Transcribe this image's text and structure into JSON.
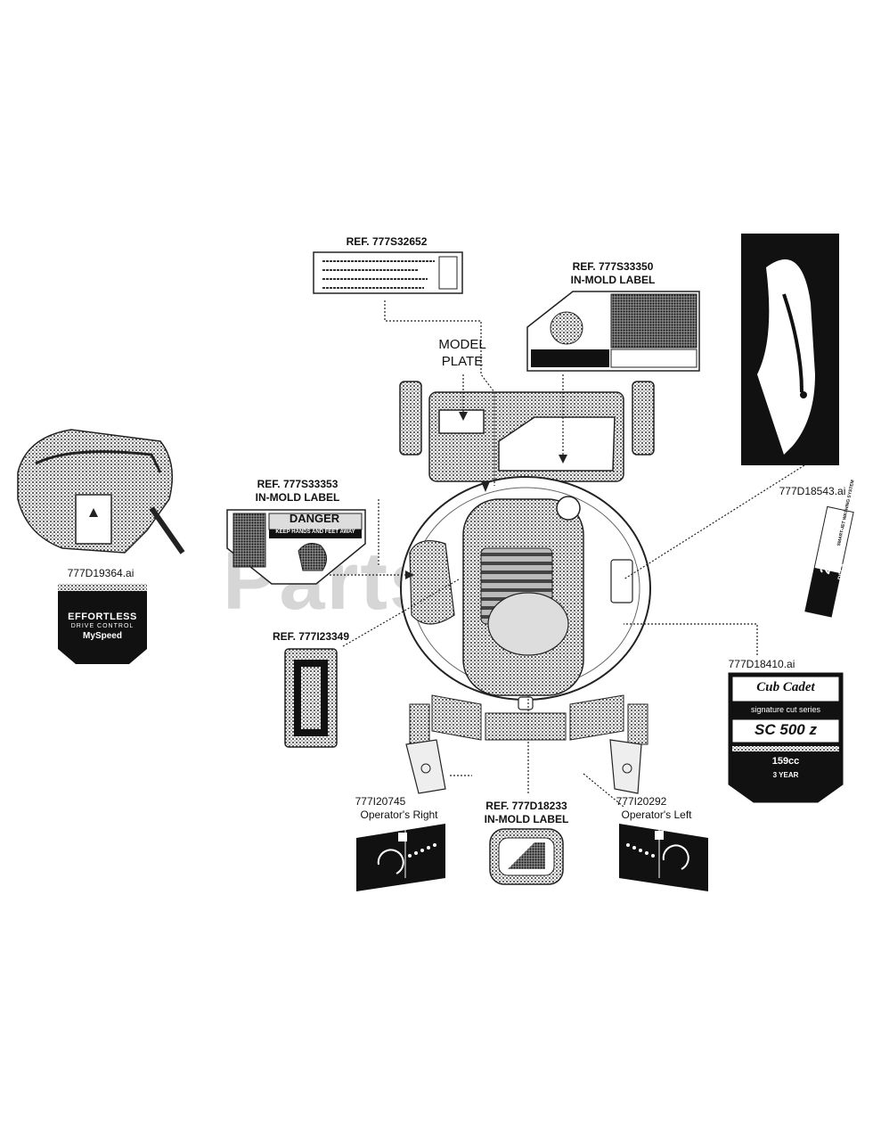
{
  "watermark": "PartsTree",
  "labels": {
    "ref_s32652": "REF. 777S32652",
    "ref_s33350": "REF. 777S33350",
    "ref_s33350_sub": "IN-MOLD LABEL",
    "model_plate_1": "MODEL",
    "model_plate_2": "PLATE",
    "ref_s33353": "REF. 777S33353",
    "ref_s33353_sub": "IN-MOLD LABEL",
    "ref_i23349": "REF. 777I23349",
    "d19364": "777D19364.ai",
    "d18543": "777D18543.ai",
    "d18410": "777D18410.ai",
    "i20745": "777I20745",
    "i20745_sub": "Operator's Right",
    "ref_d18233": "REF. 777D18233",
    "ref_d18233_sub": "IN-MOLD LABEL",
    "i20292": "777I20292",
    "i20292_sub": "Operator's Left"
  },
  "decals": {
    "danger_title": "DANGER",
    "danger_sub": "KEEP HANDS AND FEET AWAY",
    "effortless_1": "EFFORTLESS",
    "effortless_2": "DRIVE CONTROL",
    "effortless_3": "MySpeed",
    "cub_brand": "Cub Cadet",
    "cub_series": "signature cut series",
    "cub_model": "SC 500 z",
    "cub_cc": "159cc",
    "cub_warranty": "3 YEAR",
    "deck_21": "21\"",
    "deck_word": "DECK",
    "deck_side": "SMART-JET WASHING SYSTEM"
  }
}
